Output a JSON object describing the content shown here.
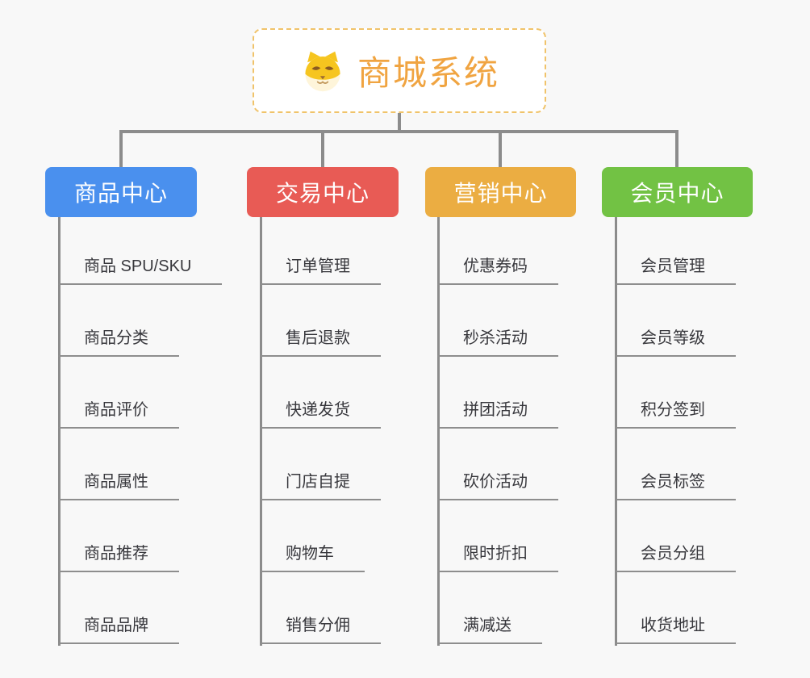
{
  "root": {
    "title": "商城系统",
    "icon": "shiba-dog-icon"
  },
  "branches": [
    {
      "label": "商品中心",
      "color": "#4A90EE",
      "items": [
        "商品 SPU/SKU",
        "商品分类",
        "商品评价",
        "商品属性",
        "商品推荐",
        "商品品牌"
      ]
    },
    {
      "label": "交易中心",
      "color": "#E85B55",
      "items": [
        "订单管理",
        "售后退款",
        "快递发货",
        "门店自提",
        "购物车",
        "销售分佣"
      ]
    },
    {
      "label": "营销中心",
      "color": "#EBAD42",
      "items": [
        "优惠券码",
        "秒杀活动",
        "拼团活动",
        "砍价活动",
        "限时折扣",
        "满减送"
      ]
    },
    {
      "label": "会员中心",
      "color": "#72C244",
      "items": [
        "会员管理",
        "会员等级",
        "积分签到",
        "会员标签",
        "会员分组",
        "收货地址"
      ]
    }
  ],
  "colors": {
    "background": "#F8F8F8",
    "connector": "#8C8C8C",
    "underline": "#8E8E8E",
    "item_text": "#37373C",
    "root_border": "#F0C36A",
    "root_title": "#F0A441"
  }
}
